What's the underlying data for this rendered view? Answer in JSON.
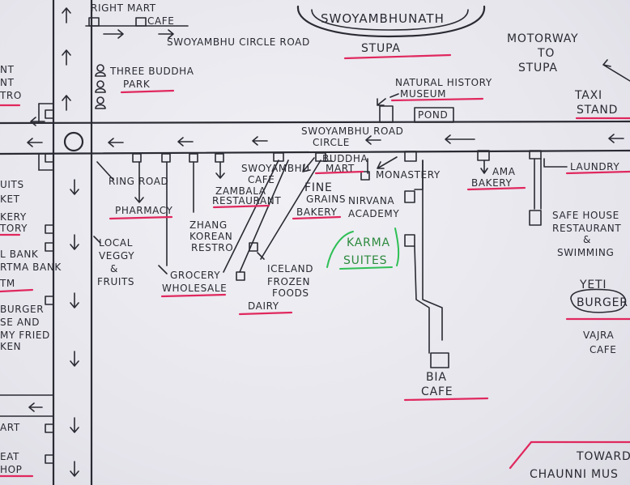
{
  "labels": {
    "right_mart": "RIGHT MART",
    "cafe": "CAFE",
    "circle_road": "SWOYAMBHU CIRCLE ROAD",
    "three_buddha_1": "THREE BUDDHA",
    "three_buddha_2": "PARK",
    "swoyambhunath": "SWOYAMBHUNATH",
    "stupa": "STUPA",
    "motorway_1": "MOTORWAY",
    "motorway_2": "TO",
    "motorway_3": "STUPA",
    "museum_1": "NATURAL HISTORY",
    "museum_2": "MUSEUM",
    "pond": "POND",
    "taxi_1": "TAXI",
    "taxi_2": "STAND",
    "road_1": "SWOYAMBHU  ROAD",
    "road_2": "CIRCLE",
    "ring_road": "RING  ROAD",
    "pharmacy": "PHARMACY",
    "swoyambhu_cafe_1": "SWOYAMBHU",
    "swoyambhu_cafe_2": "CAFE",
    "zambala_1": "ZAMBALA",
    "zambala_2": "RESTAURANT",
    "buddha_mart_1": "BUDDHA",
    "buddha_mart_2": "MART",
    "monastery": "MONASTERY",
    "ama_1": "AMA",
    "ama_2": "BAKERY",
    "laundry": "LAUNDRY",
    "fine_1": "FINE",
    "fine_2": "GRAINS",
    "fine_3": "BAKERY",
    "nirvana_1": "NIRVANA",
    "nirvana_2": "ACADEMY",
    "karma_1": "KARMA",
    "karma_2": "SUITES",
    "zhang_1": "ZHANG",
    "zhang_2": "KOREAN",
    "zhang_3": "RESTRO",
    "local_1": "LOCAL",
    "local_2": "VEGGY",
    "local_3": "&",
    "local_4": "FRUITS",
    "grocery_1": "GROCERY",
    "grocery_2": "WHOLESALE",
    "iceland_1": "ICELAND",
    "iceland_2": "FROZEN",
    "iceland_3": "FOODS",
    "dairy": "DAIRY",
    "safe_1": "SAFE HOUSE",
    "safe_2": "RESTAURANT",
    "safe_3": "&",
    "safe_4": "SWIMMING",
    "yeti_1": "YETI",
    "yeti_2": "BURGER",
    "vajra_1": "VAJRA",
    "vajra_2": "CAFE",
    "bia_1": "BIA",
    "bia_2": "CAFE",
    "towards_1": "TOWARD",
    "towards_2": "CHAUNNI MUS",
    "left_1": "NT",
    "left_2": "TRO",
    "left_3": "UITS",
    "left_4": "KET",
    "left_5": "KERY",
    "left_6": "TORY",
    "left_7": "L BANK",
    "left_8": "RTMA BANK",
    "left_9": "TM",
    "left_10": "BURGER",
    "left_11": "SE AND",
    "left_12": "MY FRIED",
    "left_13": "KEN",
    "left_14": "ART",
    "left_15": "EAT",
    "left_16": "HOP"
  },
  "colors": {
    "ink": "#2a2a33",
    "underline": "#e0285e",
    "highlight": "#2fbf55",
    "paper": "#ececf1"
  }
}
